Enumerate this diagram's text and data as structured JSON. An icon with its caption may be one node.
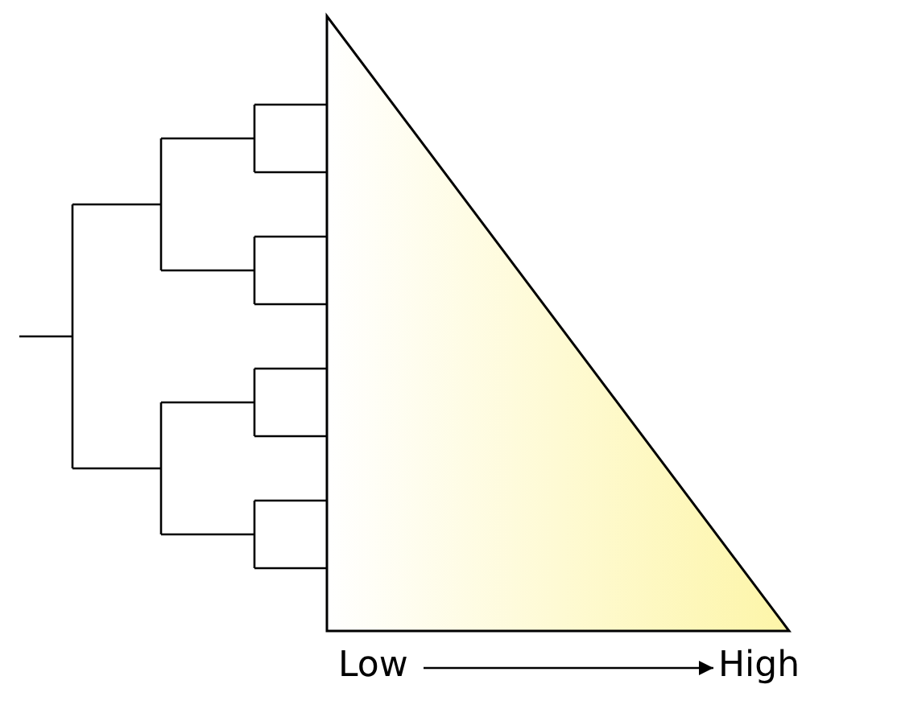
{
  "diagram": {
    "nodes": [
      {
        "text": [
          "Low"
        ]
      },
      {
        "text": [
          "High"
        ]
      }
    ],
    "edges": [
      {
        "from": 0,
        "to": 1,
        "arrow": "to"
      }
    ]
  }
}
